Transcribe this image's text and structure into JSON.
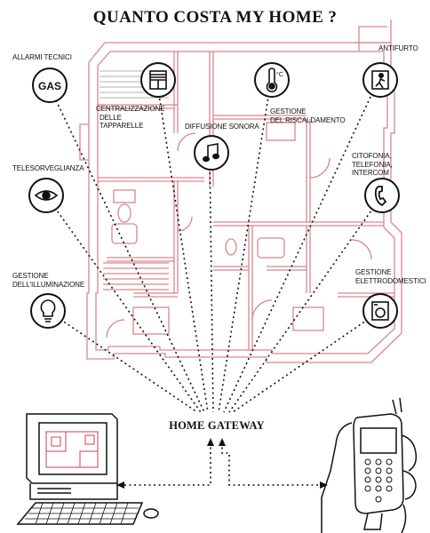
{
  "title": "QUANTO COSTA MY HOME ?",
  "gateway": "HOME GATEWAY",
  "labels": {
    "allarmi_tecnici": "ALLARMI TECNICI",
    "centralizzazione": [
      "CENTRALIZZAZIONE",
      "DELLE",
      "TAPPARELLE"
    ],
    "diffusione_sonora": "DIFFUSIONE SONORA",
    "gestione_riscaldamento": [
      "GESTIONE",
      "DEL RISCALDAMENTO"
    ],
    "antifurto": "ANTIFURTO",
    "telesorveglianza": "TELESORVEGLIANZA",
    "citofonia": [
      "CITOFONIA, TELEFONIA,",
      "INTERCOM"
    ],
    "gestione_illuminazione": [
      "GESTIONE",
      "DELL'ILLUMINAZIONE"
    ],
    "gestione_elettrodomestici": [
      "GESTIONE",
      "ELETTRODOMESTICI"
    ]
  },
  "icons": {
    "gas": "gas-alarm-icon",
    "shutters": "shutter-icon",
    "thermometer": "thermometer-icon",
    "burglar": "burglar-alarm-icon",
    "music": "music-note-icon",
    "eye": "eye-icon",
    "phone": "telephone-icon",
    "bulb": "light-bulb-icon",
    "appliance": "appliance-icon"
  },
  "colors": {
    "floorplan": "#d9868c",
    "ink": "#111111"
  }
}
